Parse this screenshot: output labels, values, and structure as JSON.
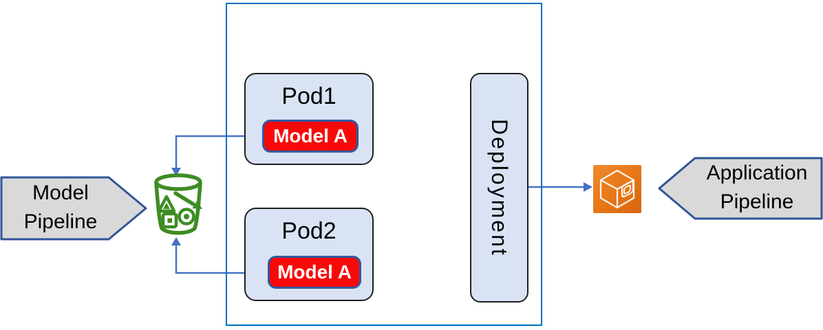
{
  "left_shape": {
    "line1": "Model",
    "line2": "Pipeline"
  },
  "right_shape": {
    "line1": "Application",
    "line2": "Pipeline"
  },
  "cluster": {
    "pods": [
      {
        "title": "Pod1",
        "model_label": "Model A"
      },
      {
        "title": "Pod2",
        "model_label": "Model A"
      }
    ],
    "deployment_label": "Deployment"
  },
  "icons": {
    "bucket": "s3-bucket-icon",
    "container_service": "aws-container-cube-icon"
  },
  "colors": {
    "cluster_border": "#0070C0",
    "connector_blue": "#4472C4",
    "pentagon_fill": "#D9D9D9",
    "pentagon_border": "#2F5597",
    "pod_fill": "#DAE3F3",
    "pod_border": "#1F1F1F",
    "model_fill": "#FA0808",
    "model_border": "#31599F",
    "bucket_green": "#3E8C22",
    "icon_orange": "#E67616",
    "text": "#000000"
  }
}
